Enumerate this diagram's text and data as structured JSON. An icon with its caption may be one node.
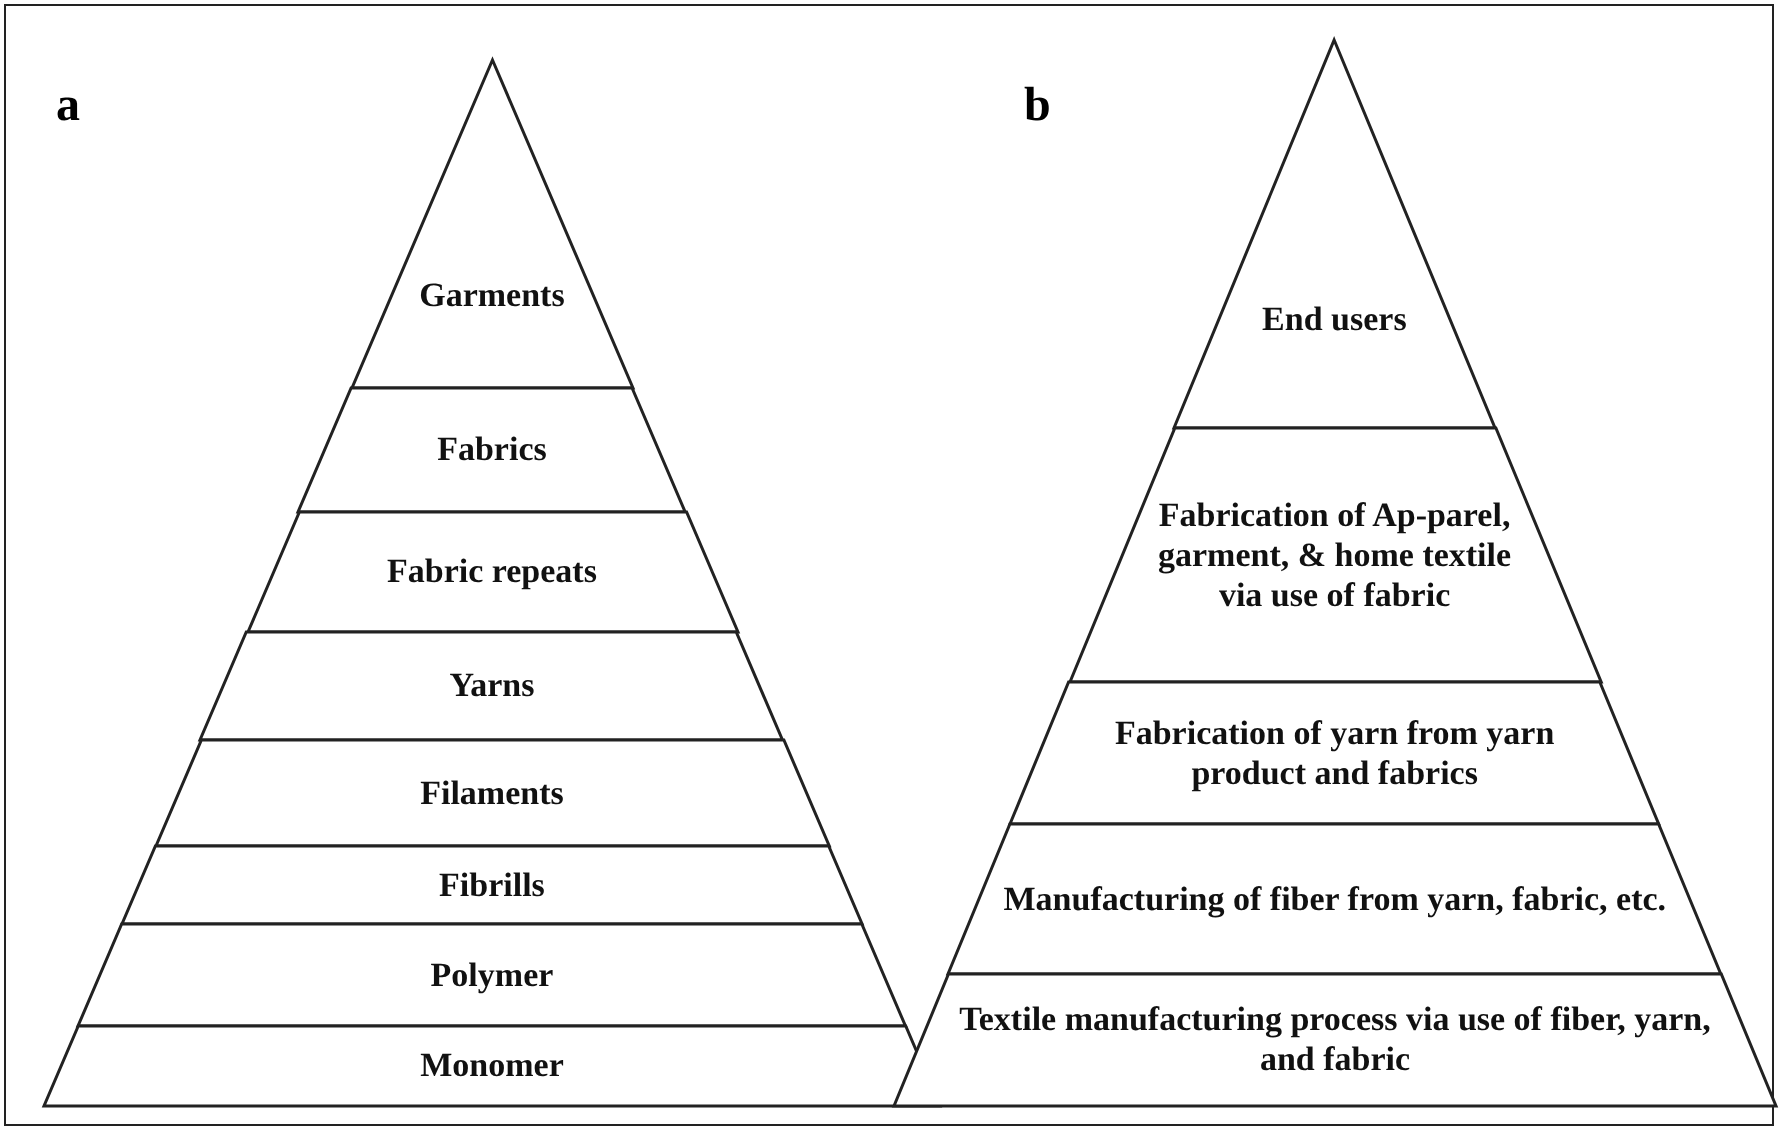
{
  "diagram": {
    "nodes": [
      {
        "text": [
          "Garments"
        ]
      },
      {
        "text": [
          "Fabrics"
        ]
      },
      {
        "text": [
          "Fabric repeats"
        ]
      },
      {
        "text": [
          "Yarns"
        ]
      },
      {
        "text": [
          "Filaments"
        ]
      },
      {
        "text": [
          "Fibrills"
        ]
      },
      {
        "text": [
          "Polymer"
        ]
      },
      {
        "text": [
          "Monomer"
        ]
      },
      {
        "text": [
          "End users"
        ]
      },
      {
        "text": [
          "Fabrication of Ap-parel, garment, & home textile via use of fabric"
        ]
      },
      {
        "text": [
          "Fabrication of yarn from yarn product and fabrics"
        ]
      },
      {
        "text": [
          "Manufacturing of fiber from yarn, fabric, etc."
        ]
      },
      {
        "text": [
          "Textile manufacturing process via use of fiber, yarn, and fabric"
        ]
      }
    ],
    "edges": [],
    "labels": [
      "a",
      "b"
    ]
  }
}
